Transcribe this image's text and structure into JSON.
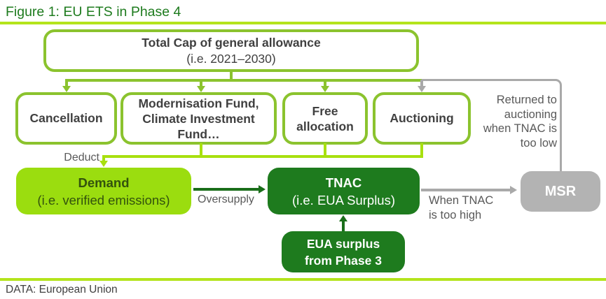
{
  "figure": {
    "title": "Figure 1: EU ETS in Phase 4",
    "footer": "DATA: European Union"
  },
  "colors": {
    "dark_green": "#1e7b1e",
    "border_green": "#8bc32e",
    "chartreuse": "#a8e00f",
    "demand_fill": "#9bdd0f",
    "gray_fill": "#b3b3b3",
    "gray_line": "#a9a9a9",
    "gray_text": "#595959",
    "dark_text": "#404040"
  },
  "nodes": {
    "total_cap": {
      "line1": "Total Cap of general allowance",
      "line2": "(i.e. 2021–2030)"
    },
    "cancellation": {
      "label": "Cancellation"
    },
    "modernisation": {
      "line1": "Modernisation Fund,",
      "line2": "Climate Investment",
      "line3": "Fund…"
    },
    "free_allocation": {
      "line1": "Free",
      "line2": "allocation"
    },
    "auctioning": {
      "label": "Auctioning"
    },
    "demand": {
      "title": "Demand",
      "subtitle": "(i.e. verified emissions)"
    },
    "tnac": {
      "title": "TNAC",
      "subtitle": "(i.e. EUA Surplus)"
    },
    "msr": {
      "label": "MSR"
    },
    "eua_surplus": {
      "line1": "EUA surplus",
      "line2": "from Phase 3"
    }
  },
  "edge_labels": {
    "deduct": "Deduct",
    "oversupply": "Oversupply",
    "when_high": {
      "line1": "When TNAC",
      "line2": "is too high"
    },
    "returned": {
      "line1": "Returned to",
      "line2": "auctioning",
      "line3": "when TNAC is",
      "line4": "too low"
    }
  }
}
